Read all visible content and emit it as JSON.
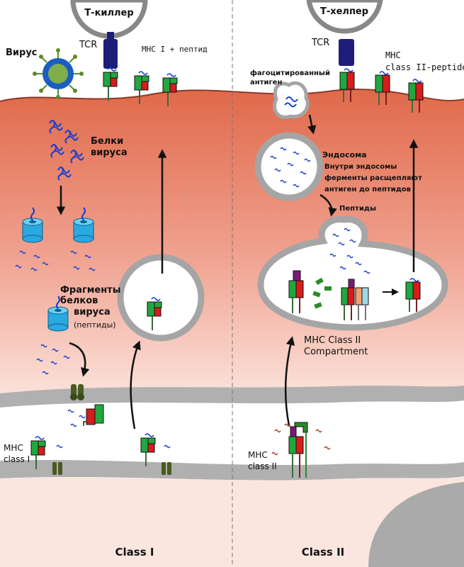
{
  "left_panel": {
    "tcell_label": "Т-киллер",
    "tcr_label": "TCR",
    "mhc_peptide_label": "МНС I + пептид",
    "virus_label": "Вирус",
    "viral_proteins_label": [
      "Белки",
      "вируса"
    ],
    "fragments_label": [
      "Фрагменты",
      "белков",
      "вируса",
      "(пептиды)"
    ],
    "mhc_label": [
      "MHC",
      "class I"
    ],
    "bottom_title": "Class I"
  },
  "right_panel": {
    "tcell_label": "Т-хелпер",
    "tcr_label": "TCR",
    "mhc_peptide_label": [
      "MHC",
      "class II-peptide"
    ],
    "phago_label": [
      "фагоцитированный",
      "антиген"
    ],
    "endosome_label": "Эндосома",
    "endosome_desc": [
      "Внутри эндосомы",
      "ферменты расщепляют",
      "антиген до пептидов"
    ],
    "peptides_label": "Пептиды",
    "compartment_label": [
      "MHC Class II",
      "Compartment"
    ],
    "mhc_label": [
      "MHC",
      "class II"
    ],
    "bottom_title": "Class II"
  },
  "colors": {
    "cytoplasm_top": "#e0694a",
    "cytoplasm_bottom": "#fbe1d9",
    "membrane": "#b0b0b0",
    "mhc_green": "#22a640",
    "mhc_red": "#d81b1b",
    "tcr_navy": "#1e1e7a",
    "proteasome": "#2aa8e0",
    "peptide_blue": "#1a3fd0"
  }
}
